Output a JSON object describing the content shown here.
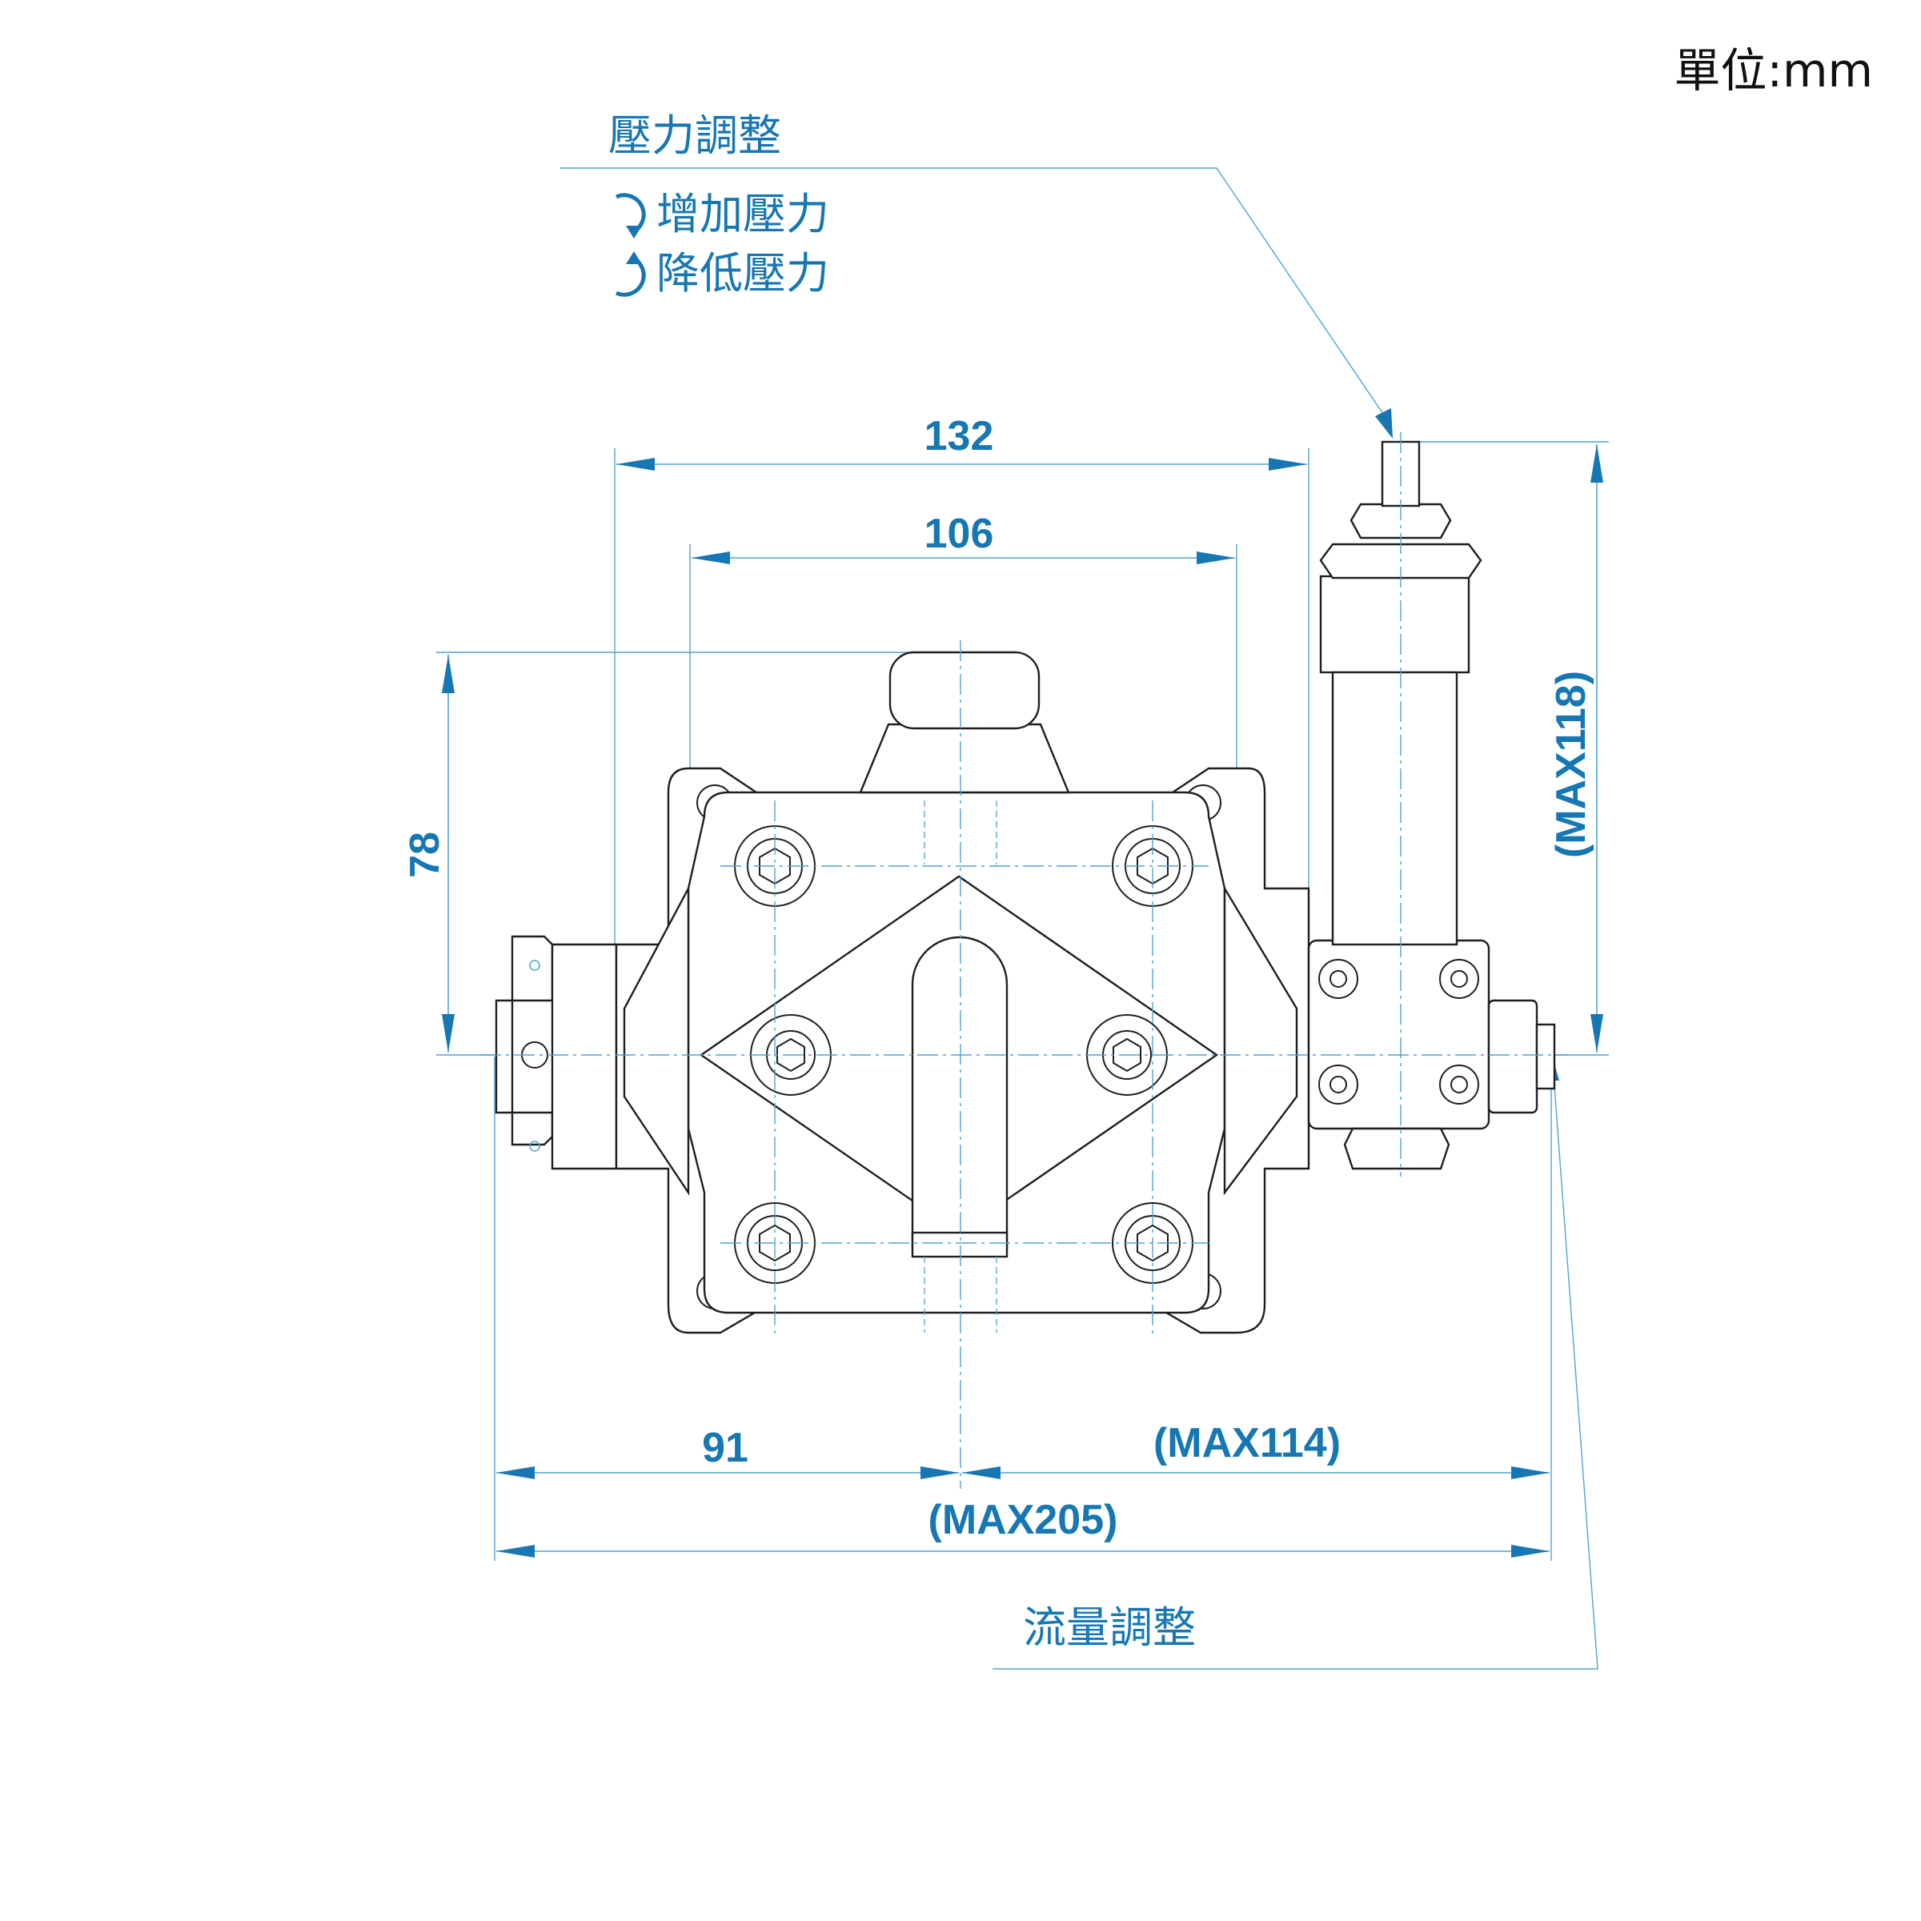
{
  "unit_label": "單位:mm",
  "callouts": {
    "pressure_adjust": "壓力調整",
    "increase_pressure": "增加壓力",
    "decrease_pressure": "降低壓力",
    "flow_adjust": "流量調整"
  },
  "dimensions": {
    "width_132": "132",
    "width_106": "106",
    "height_78": "78",
    "height_max118": "(MAX118)",
    "left_91": "91",
    "right_max114": "(MAX114)",
    "total_max205": "(MAX205)"
  },
  "icons": {
    "increase": "clockwise-arrow-icon",
    "decrease": "counterclockwise-arrow-icon"
  },
  "colors": {
    "accent": "#1677b3",
    "line": "#1f1f1f"
  }
}
